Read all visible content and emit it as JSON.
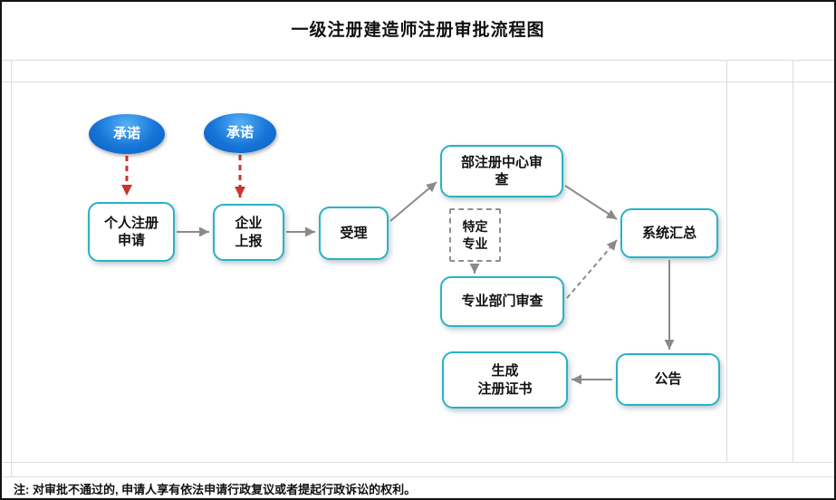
{
  "title": "一级注册建造师注册审批流程图",
  "note": "注: 对审批不通过的, 申请人享有依法申请行政复议或者提起行政诉讼的权利。",
  "nodes": {
    "promise1": "承诺",
    "promise2": "承诺",
    "personal_application": "个人注册\n申请",
    "enterprise_report": "企业\n上报",
    "acceptance": "受理",
    "ministry_review": "部注册中心审\n查",
    "specific_major": "特定\n专业",
    "department_review": "专业部门审查",
    "system_summary": "系统汇总",
    "announcement": "公告",
    "certificate": "生成\n注册证书"
  },
  "colors": {
    "box_border": "#27b3c6",
    "ellipse_top": "#55b0f5",
    "ellipse_bottom": "#0a5ec0",
    "arrow": "#8a8a8a",
    "red_arrow": "#c9352e",
    "grid": "#dcdcdc"
  }
}
